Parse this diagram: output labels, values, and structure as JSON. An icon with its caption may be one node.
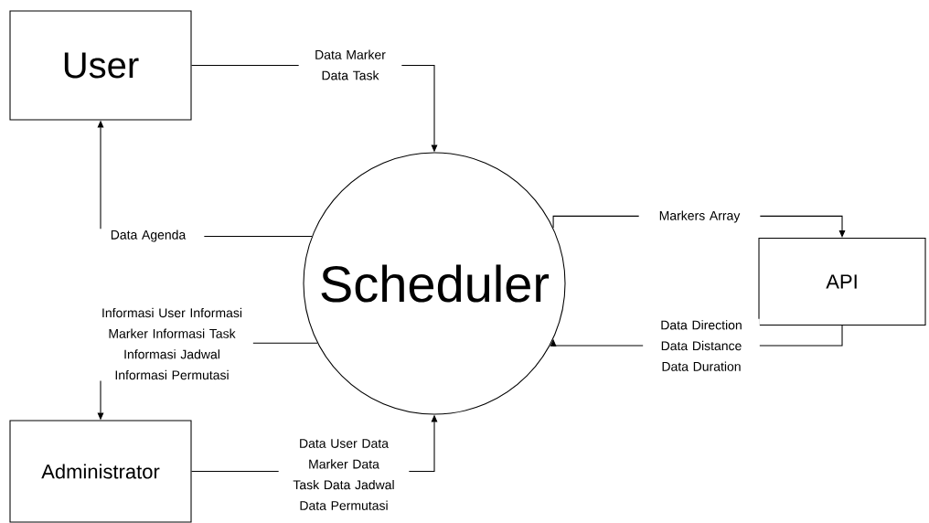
{
  "diagram": {
    "nodes": [
      {
        "text": [
          "User"
        ]
      },
      {
        "text": [
          "Scheduler"
        ]
      },
      {
        "text": [
          "API"
        ]
      },
      {
        "text": [
          "Administrator"
        ]
      }
    ],
    "edges": [
      {
        "from": 0,
        "to": 1,
        "arrow": "to",
        "label": "Data Marker Data Task"
      },
      {
        "from": 1,
        "to": 0,
        "arrow": "to",
        "label": "Data Agenda"
      },
      {
        "from": 1,
        "to": 3,
        "arrow": "to",
        "label": "Informasi User Informasi Marker Informasi Task Informasi Jadwal Informasi Permutasi"
      },
      {
        "from": 3,
        "to": 1,
        "arrow": "to",
        "label": "Data User Data Marker Data Task Data Jadwal Data Permutasi"
      },
      {
        "from": 1,
        "to": 2,
        "arrow": "to",
        "label": "Markers Array"
      },
      {
        "from": 2,
        "to": 1,
        "arrow": "to",
        "label": "Data Direction Data Distance Data Duration"
      }
    ]
  }
}
